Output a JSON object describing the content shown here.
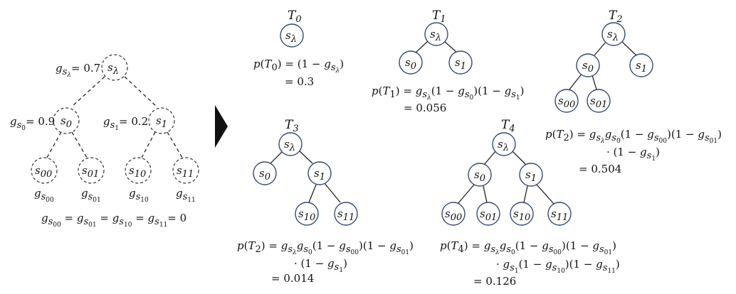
{
  "gate_labels": {
    "g_lambda": "= 0.7",
    "g_0": "= 0.9",
    "g_1": "= 0.2",
    "bottom": "= 0"
  },
  "trees": {
    "T0": {
      "title": "0",
      "formula": "(1 − g",
      "formula_end": ")",
      "result": "= 0.3"
    },
    "T1": {
      "title": "1",
      "result": "= 0.056"
    },
    "T2": {
      "title": "2",
      "result": "= 0.504"
    },
    "T3": {
      "title": "3",
      "result": "= 0.014"
    },
    "T4": {
      "title": "4",
      "result": "= 0.126"
    }
  }
}
